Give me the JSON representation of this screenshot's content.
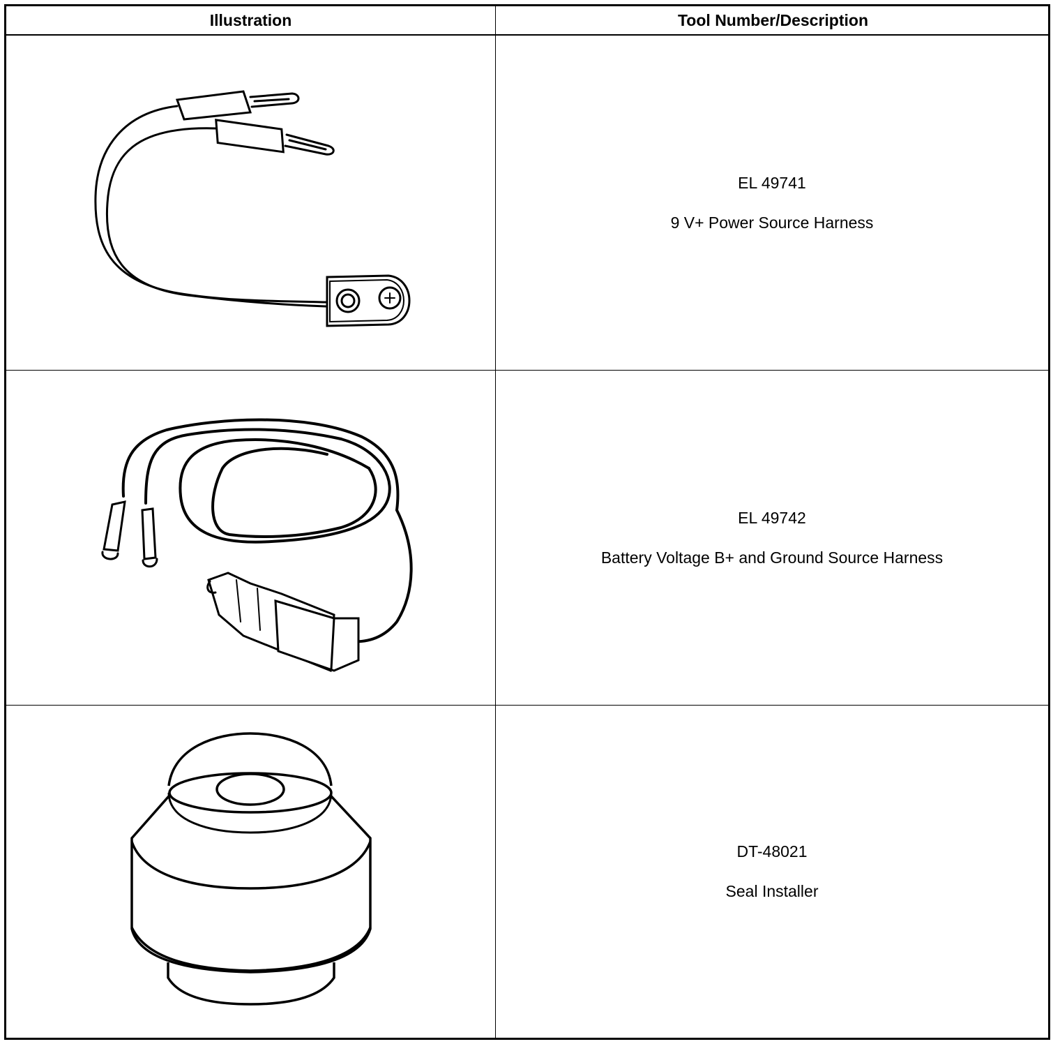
{
  "table": {
    "headers": {
      "illustration": "Illustration",
      "tool": "Tool Number/Description"
    },
    "rows": [
      {
        "tool_number": "EL 49741",
        "description": "9 V+ Power Source Harness",
        "illustration": "battery-clip-harness-icon"
      },
      {
        "tool_number": "EL 49742",
        "description": "Battery Voltage B+ and Ground Source Harness",
        "illustration": "cigarette-plug-harness-icon"
      },
      {
        "tool_number": "DT-48021",
        "description": "Seal Installer",
        "illustration": "seal-installer-icon"
      }
    ]
  }
}
